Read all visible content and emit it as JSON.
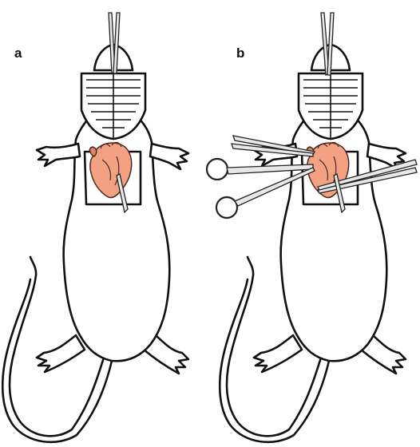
{
  "panels": [
    {
      "label": "a"
    },
    {
      "label": "b"
    }
  ],
  "colors": {
    "heart": "#f2a283",
    "heart_shadow": "#e0866a",
    "outline": "#111111",
    "instrument": "#e8e8e8"
  },
  "icons": [
    "rat-outline",
    "ribcage",
    "heart",
    "hemostat-clamp",
    "scissors",
    "forceps",
    "needle"
  ]
}
